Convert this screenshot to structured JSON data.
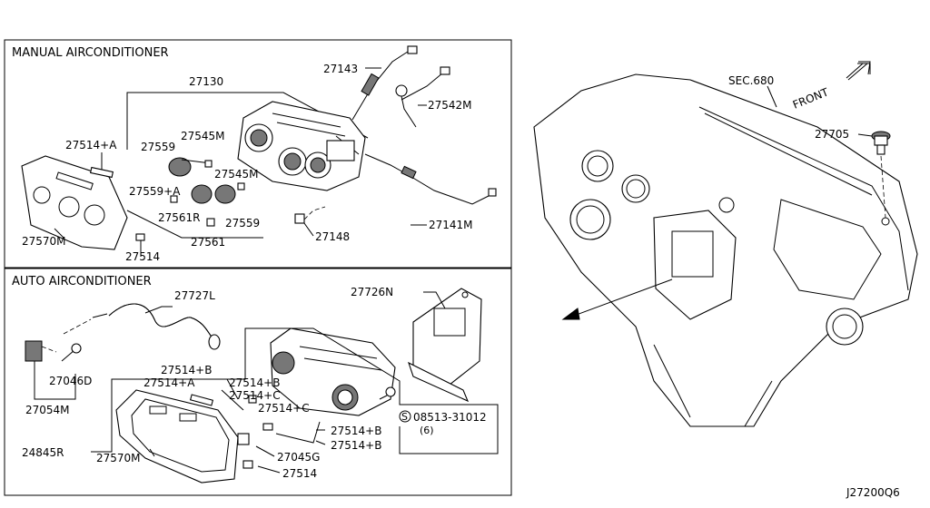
{
  "sections": {
    "manual": "MANUAL AIRCONDITIONER",
    "auto": "AUTO AIRCONDITIONER"
  },
  "labels": {
    "p27130": "27130",
    "p27143": "27143",
    "p27542M": "27542M",
    "p27545M_a": "27545M",
    "p27514A_m": "27514+A",
    "p27559_a": "27559",
    "p27545M_b": "27545M",
    "p27559A": "27559+A",
    "p27561R": "27561R",
    "p27559_b": "27559",
    "p27561": "27561",
    "p27141M": "27141M",
    "p27148": "27148",
    "p27570M_m": "27570M",
    "p27514_m": "27514",
    "p27727L": "27727L",
    "p27726N": "27726N",
    "p27046D": "27046D",
    "p27054M": "27054M",
    "p27514B_1": "27514+B",
    "p27514A_a": "27514+A",
    "p27514B_2": "27514+B",
    "p27514C_1": "27514+C",
    "p27514C_2": "27514+C",
    "p27514B_3": "27514+B",
    "p27514B_4": "27514+B",
    "p08513": "08513-31012",
    "p08513_qty": "(6)",
    "p08513_s": "S",
    "p24845R": "24845R",
    "p27570M_a": "27570M",
    "p27045G": "27045G",
    "p27514_a": "27514",
    "sec680": "SEC.680",
    "front": "FRONT",
    "p27705": "27705",
    "diagram_id": "J27200Q6"
  }
}
